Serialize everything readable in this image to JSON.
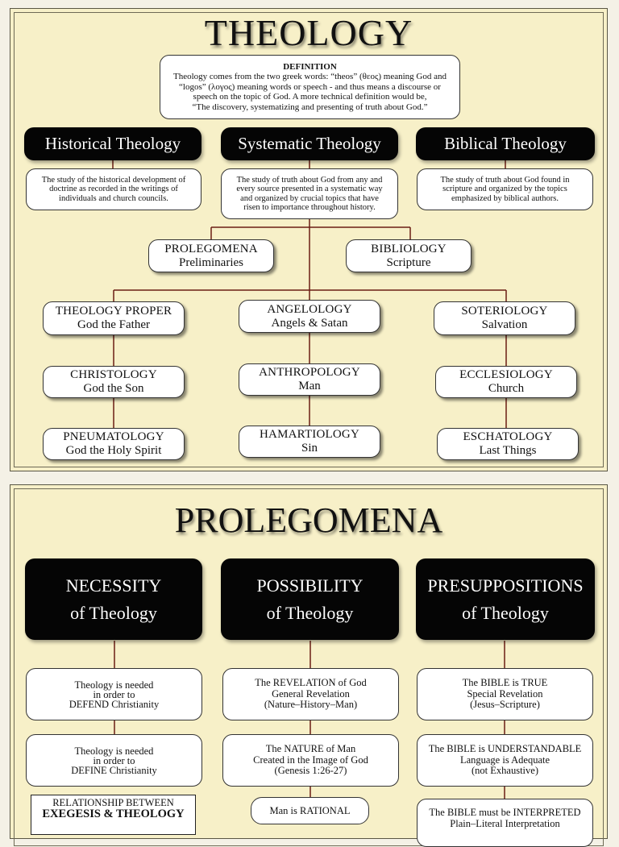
{
  "theology": {
    "title": "THEOLOGY",
    "definition": {
      "heading": "DEFINITION",
      "lines": [
        "Theology comes from the two greek words: “theos” (θεος) meaning God and",
        "“logos” (λογος) meaning words or speech - and thus means a discourse or",
        "speech on the topic of God.  A more technical definition would be,",
        "“The discovery, systematizing and presenting of truth about God.”"
      ]
    },
    "branches": [
      {
        "title": "Historical Theology",
        "desc": [
          "The study of the historical development of",
          "doctrine as recorded in the writings of",
          "individuals and church councils."
        ]
      },
      {
        "title": "Systematic Theology",
        "desc": [
          "The study of truth about God from any and",
          "every source presented in a systematic way",
          "and organized by crucial topics that have",
          "risen to importance throughout history."
        ]
      },
      {
        "title": "Biblical Theology",
        "desc": [
          "The study of truth about God found in",
          "scripture and organized by the topics",
          "emphasized by biblical authors."
        ]
      }
    ],
    "prelims": [
      {
        "name": "PROLEGOMENA",
        "sub": "Preliminaries"
      },
      {
        "name": "BIBLIOLOGY",
        "sub": "Scripture"
      }
    ],
    "topics": [
      {
        "name": "THEOLOGY PROPER",
        "sub": "God the Father"
      },
      {
        "name": "ANGELOLOGY",
        "sub": "Angels & Satan"
      },
      {
        "name": "SOTERIOLOGY",
        "sub": "Salvation"
      },
      {
        "name": "CHRISTOLOGY",
        "sub": "God the Son"
      },
      {
        "name": "ANTHROPOLOGY",
        "sub": "Man"
      },
      {
        "name": "ECCLESIOLOGY",
        "sub": "Church"
      },
      {
        "name": "PNEUMATOLOGY",
        "sub": "God the Holy Spirit"
      },
      {
        "name": "HAMARTIOLOGY",
        "sub": "Sin"
      },
      {
        "name": "ESCHATOLOGY",
        "sub": "Last Things"
      }
    ]
  },
  "prolegomena": {
    "title": "PROLEGOMENA",
    "columns": [
      {
        "head1": "NECESSITY",
        "head2": "of Theology"
      },
      {
        "head1": "POSSIBILITY",
        "head2": "of Theology"
      },
      {
        "head1": "PRESUPPOSITIONS",
        "head2": "of Theology"
      }
    ],
    "necessity": [
      [
        "Theology is needed",
        "in order to",
        "DEFEND Christianity"
      ],
      [
        "Theology is needed",
        "in order to",
        "DEFINE Christianity"
      ]
    ],
    "relationship": {
      "line1": "RELATIONSHIP BETWEEN",
      "line2": "EXEGESIS & THEOLOGY"
    },
    "possibility": [
      [
        "The REVELATION of God",
        "General Revelation",
        "(Nature–History–Man)"
      ],
      [
        "The NATURE of Man",
        "Created in the Image of God",
        "(Genesis 1:26-27)"
      ],
      [
        "Man is RATIONAL"
      ]
    ],
    "presuppositions": [
      [
        "The BIBLE is TRUE",
        "Special Revelation",
        "(Jesus–Scripture)"
      ],
      [
        "The BIBLE is UNDERSTANDABLE",
        "Language is Adequate",
        "(not Exhaustive)"
      ],
      [
        "The BIBLE must be INTERPRETED",
        "Plain–Literal Interpretation"
      ]
    ]
  }
}
